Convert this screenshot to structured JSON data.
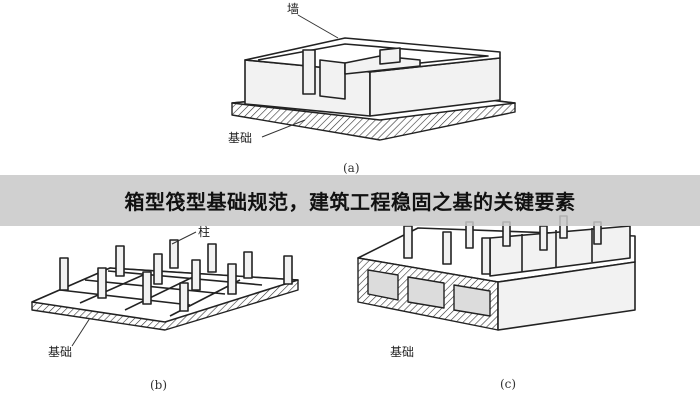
{
  "overlay_title": "箱型筏型基础规范，建筑工程稳固之基的关键要素",
  "figure_a": {
    "label_wall": "墙",
    "label_foundation": "基础",
    "caption": "(a)"
  },
  "figure_b": {
    "label_column": "柱",
    "label_foundation": "基础",
    "caption": "(b)"
  },
  "figure_c": {
    "label_foundation": "基础",
    "caption": "(c)"
  }
}
